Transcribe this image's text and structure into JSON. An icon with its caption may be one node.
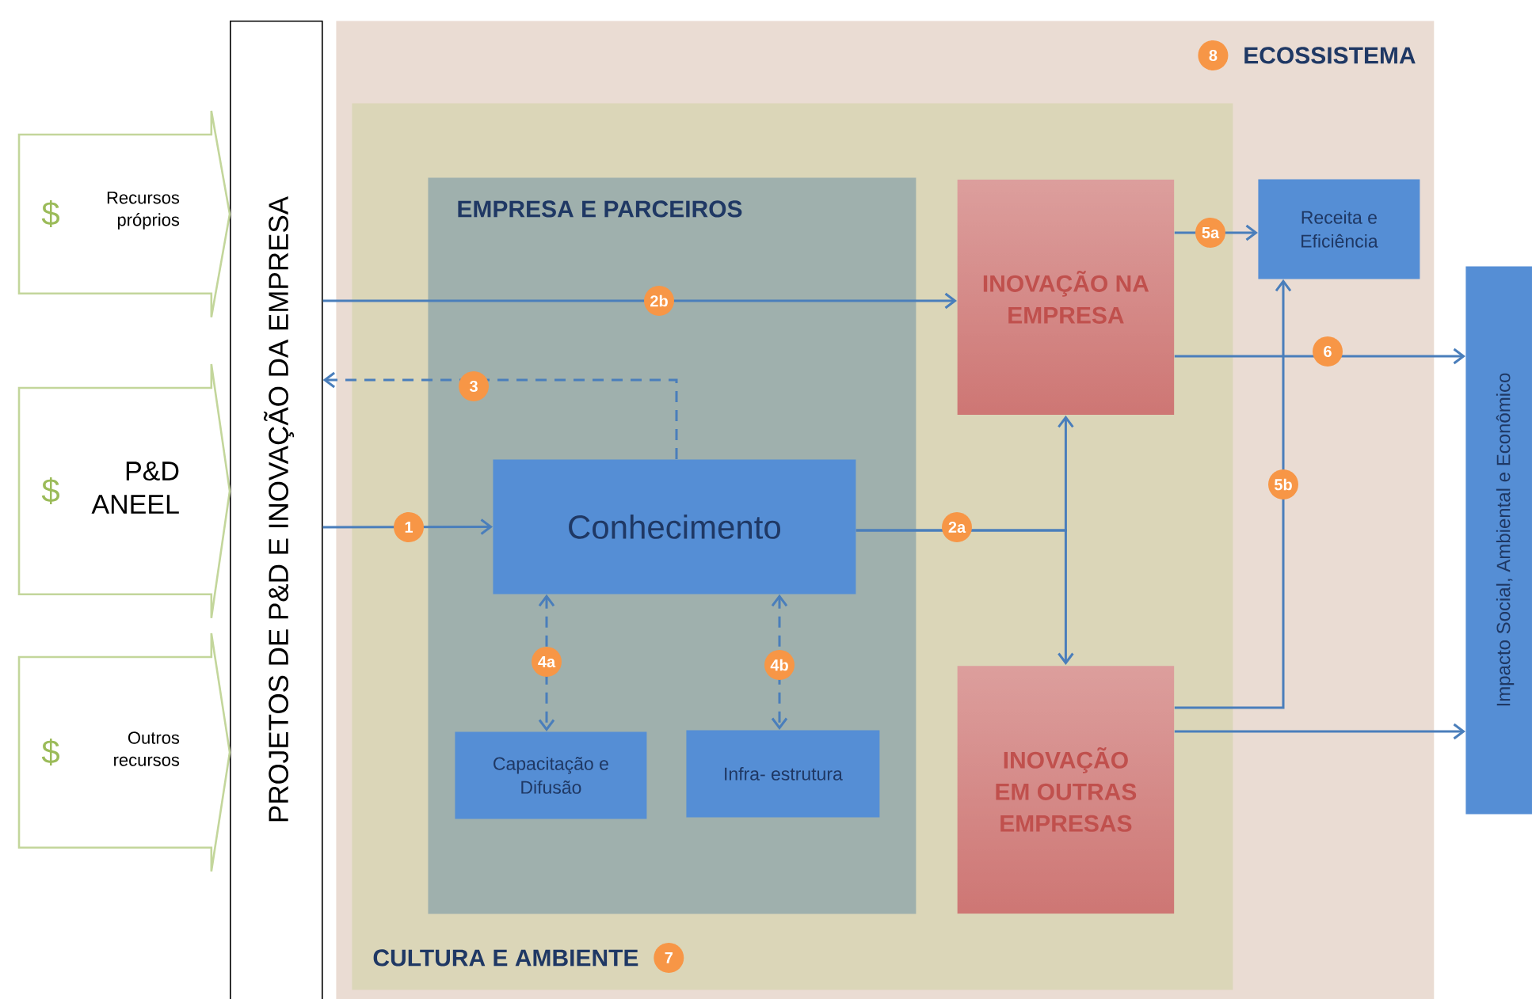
{
  "diagram": {
    "nodes": [
      {
        "text": [
          "ECOSSISTEMA"
        ],
        "beside": [
          "8"
        ]
      },
      {
        "text": [
          "CULTURA E AMBIENTE"
        ],
        "beside": [
          "7"
        ],
        "in": 0
      },
      {
        "text": [
          "EMPRESA E PARCEIROS"
        ],
        "in": 1
      },
      {
        "text": [
          "Conhecimento"
        ],
        "in": 2
      },
      {
        "text": [
          "Capacitação e Difusão"
        ],
        "in": 2
      },
      {
        "text": [
          "Infra- estrutura"
        ],
        "in": 2
      },
      {
        "text": [
          "INOVAÇÃO NA EMPRESA"
        ],
        "in": 1
      },
      {
        "text": [
          "INOVAÇÃO EM OUTRAS EMPRESAS"
        ],
        "in": 1
      },
      {
        "text": [
          "Receita e Eficiência"
        ],
        "in": 0
      },
      {
        "text": [
          "Impacto Social,  Ambiental e  Econômico"
        ]
      },
      {
        "text": [
          "PROJETOS DE P&D E INOVAÇÃO DA EMPRESA"
        ]
      },
      {
        "text": [
          "$",
          "Recursos próprios"
        ]
      },
      {
        "text": [
          "$",
          "P&D ANEEL"
        ]
      },
      {
        "text": [
          "$",
          "Outros recursos"
        ]
      }
    ],
    "edges": [
      {
        "from": 10,
        "to": 3,
        "arrow": "to",
        "label": "1"
      },
      {
        "from": 10,
        "to": 6,
        "arrow": "to",
        "label": "2b"
      },
      {
        "from": 3,
        "to": 10,
        "arrow": "to",
        "label": "3",
        "style": "dashed"
      },
      {
        "from": 3,
        "to": 6,
        "arrow": "to",
        "label": "2a"
      },
      {
        "from": 3,
        "to": 7,
        "arrow": "to"
      },
      {
        "from": 3,
        "to": 4,
        "arrow": "both",
        "label": "4a",
        "style": "dashed"
      },
      {
        "from": 3,
        "to": 5,
        "arrow": "both",
        "label": "4b",
        "style": "dashed"
      },
      {
        "from": 6,
        "to": 8,
        "arrow": "to",
        "label": "5a"
      },
      {
        "from": 7,
        "to": 8,
        "arrow": "to",
        "label": "5b"
      },
      {
        "from": 6,
        "to": 9,
        "arrow": "to",
        "label": "6"
      },
      {
        "from": 7,
        "to": 9,
        "arrow": "to"
      },
      {
        "from": 11,
        "to": 10,
        "arrow": "to"
      },
      {
        "from": 12,
        "to": 10,
        "arrow": "to"
      },
      {
        "from": 13,
        "to": 10,
        "arrow": "to"
      }
    ]
  }
}
